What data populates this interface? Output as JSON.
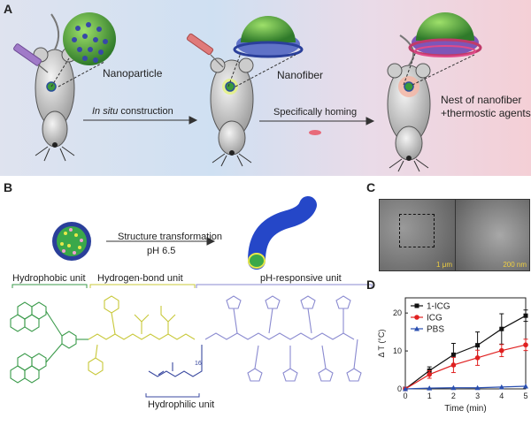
{
  "panel_labels": {
    "a": "A",
    "b": "B",
    "c": "C",
    "d": "D"
  },
  "panel_a": {
    "nanoparticle": "Nanoparticle",
    "nanofiber": "Nanofiber",
    "nest_line1": "Nest of nanofiber",
    "nest_line2": "+thermostic agents",
    "step1_italic": "In situ",
    "step1_rest": " construction",
    "step2": "Specifically homing"
  },
  "panel_b": {
    "transform_label": "Structure transformation",
    "ph_label": "pH 6.5",
    "hydrophobic_unit": "Hydrophobic unit",
    "hbond_unit": "Hydrogen-bond unit",
    "ph_unit": "pH-responsive unit",
    "hydrophilic_unit": "Hydrophilic unit",
    "peg_subscript": "16",
    "colors": {
      "hydrophobic": "#3a9a4a",
      "hbond": "#c8c83a",
      "ph": "#8a8ad0",
      "hydrophilic": "#3b4aa0"
    }
  },
  "panel_c": {
    "scale1": "1 μm",
    "scale2": "200 nm"
  },
  "chart_data": {
    "type": "line",
    "x": [
      0,
      1,
      2,
      3,
      4,
      5
    ],
    "xlabel": "Time (min)",
    "ylabel": "Δ T (°C)",
    "xlim": [
      0,
      5
    ],
    "ylim": [
      0,
      24
    ],
    "xticks": [
      "0",
      "1",
      "2",
      "3",
      "4",
      "5"
    ],
    "yticks": [
      "0",
      "10",
      "20"
    ],
    "legend_position": "top-left",
    "series": [
      {
        "name": "1-ICG",
        "values": [
          0,
          4.8,
          9,
          11.5,
          15.8,
          19.3
        ],
        "errors": [
          0,
          1,
          3,
          3.5,
          4,
          1.5
        ],
        "color": "#111111",
        "marker": "square"
      },
      {
        "name": "ICG",
        "values": [
          0,
          3.8,
          6.3,
          8.2,
          10.1,
          11.6
        ],
        "errors": [
          0,
          1,
          2,
          2,
          1.6,
          1.5
        ],
        "color": "#e02020",
        "marker": "circle"
      },
      {
        "name": "PBS",
        "values": [
          0,
          0.2,
          0.3,
          0.3,
          0.5,
          0.7
        ],
        "errors": [
          0,
          0,
          0,
          0,
          0,
          0
        ],
        "color": "#2a4fb0",
        "marker": "triangle"
      }
    ]
  }
}
